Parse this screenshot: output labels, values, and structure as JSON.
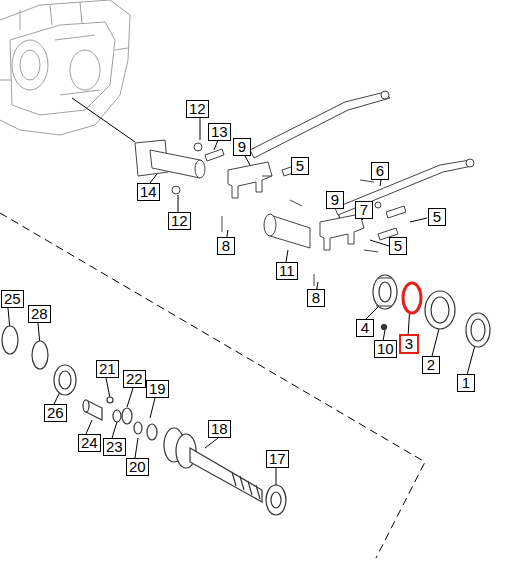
{
  "diagram": {
    "labels": [
      "12",
      "13",
      "9",
      "14",
      "5",
      "12",
      "6",
      "9",
      "7",
      "5",
      "8",
      "11",
      "5",
      "8",
      "4",
      "3",
      "10",
      "2",
      "1",
      "25",
      "28",
      "21",
      "22",
      "19",
      "26",
      "24",
      "23",
      "20",
      "18",
      "17"
    ]
  }
}
